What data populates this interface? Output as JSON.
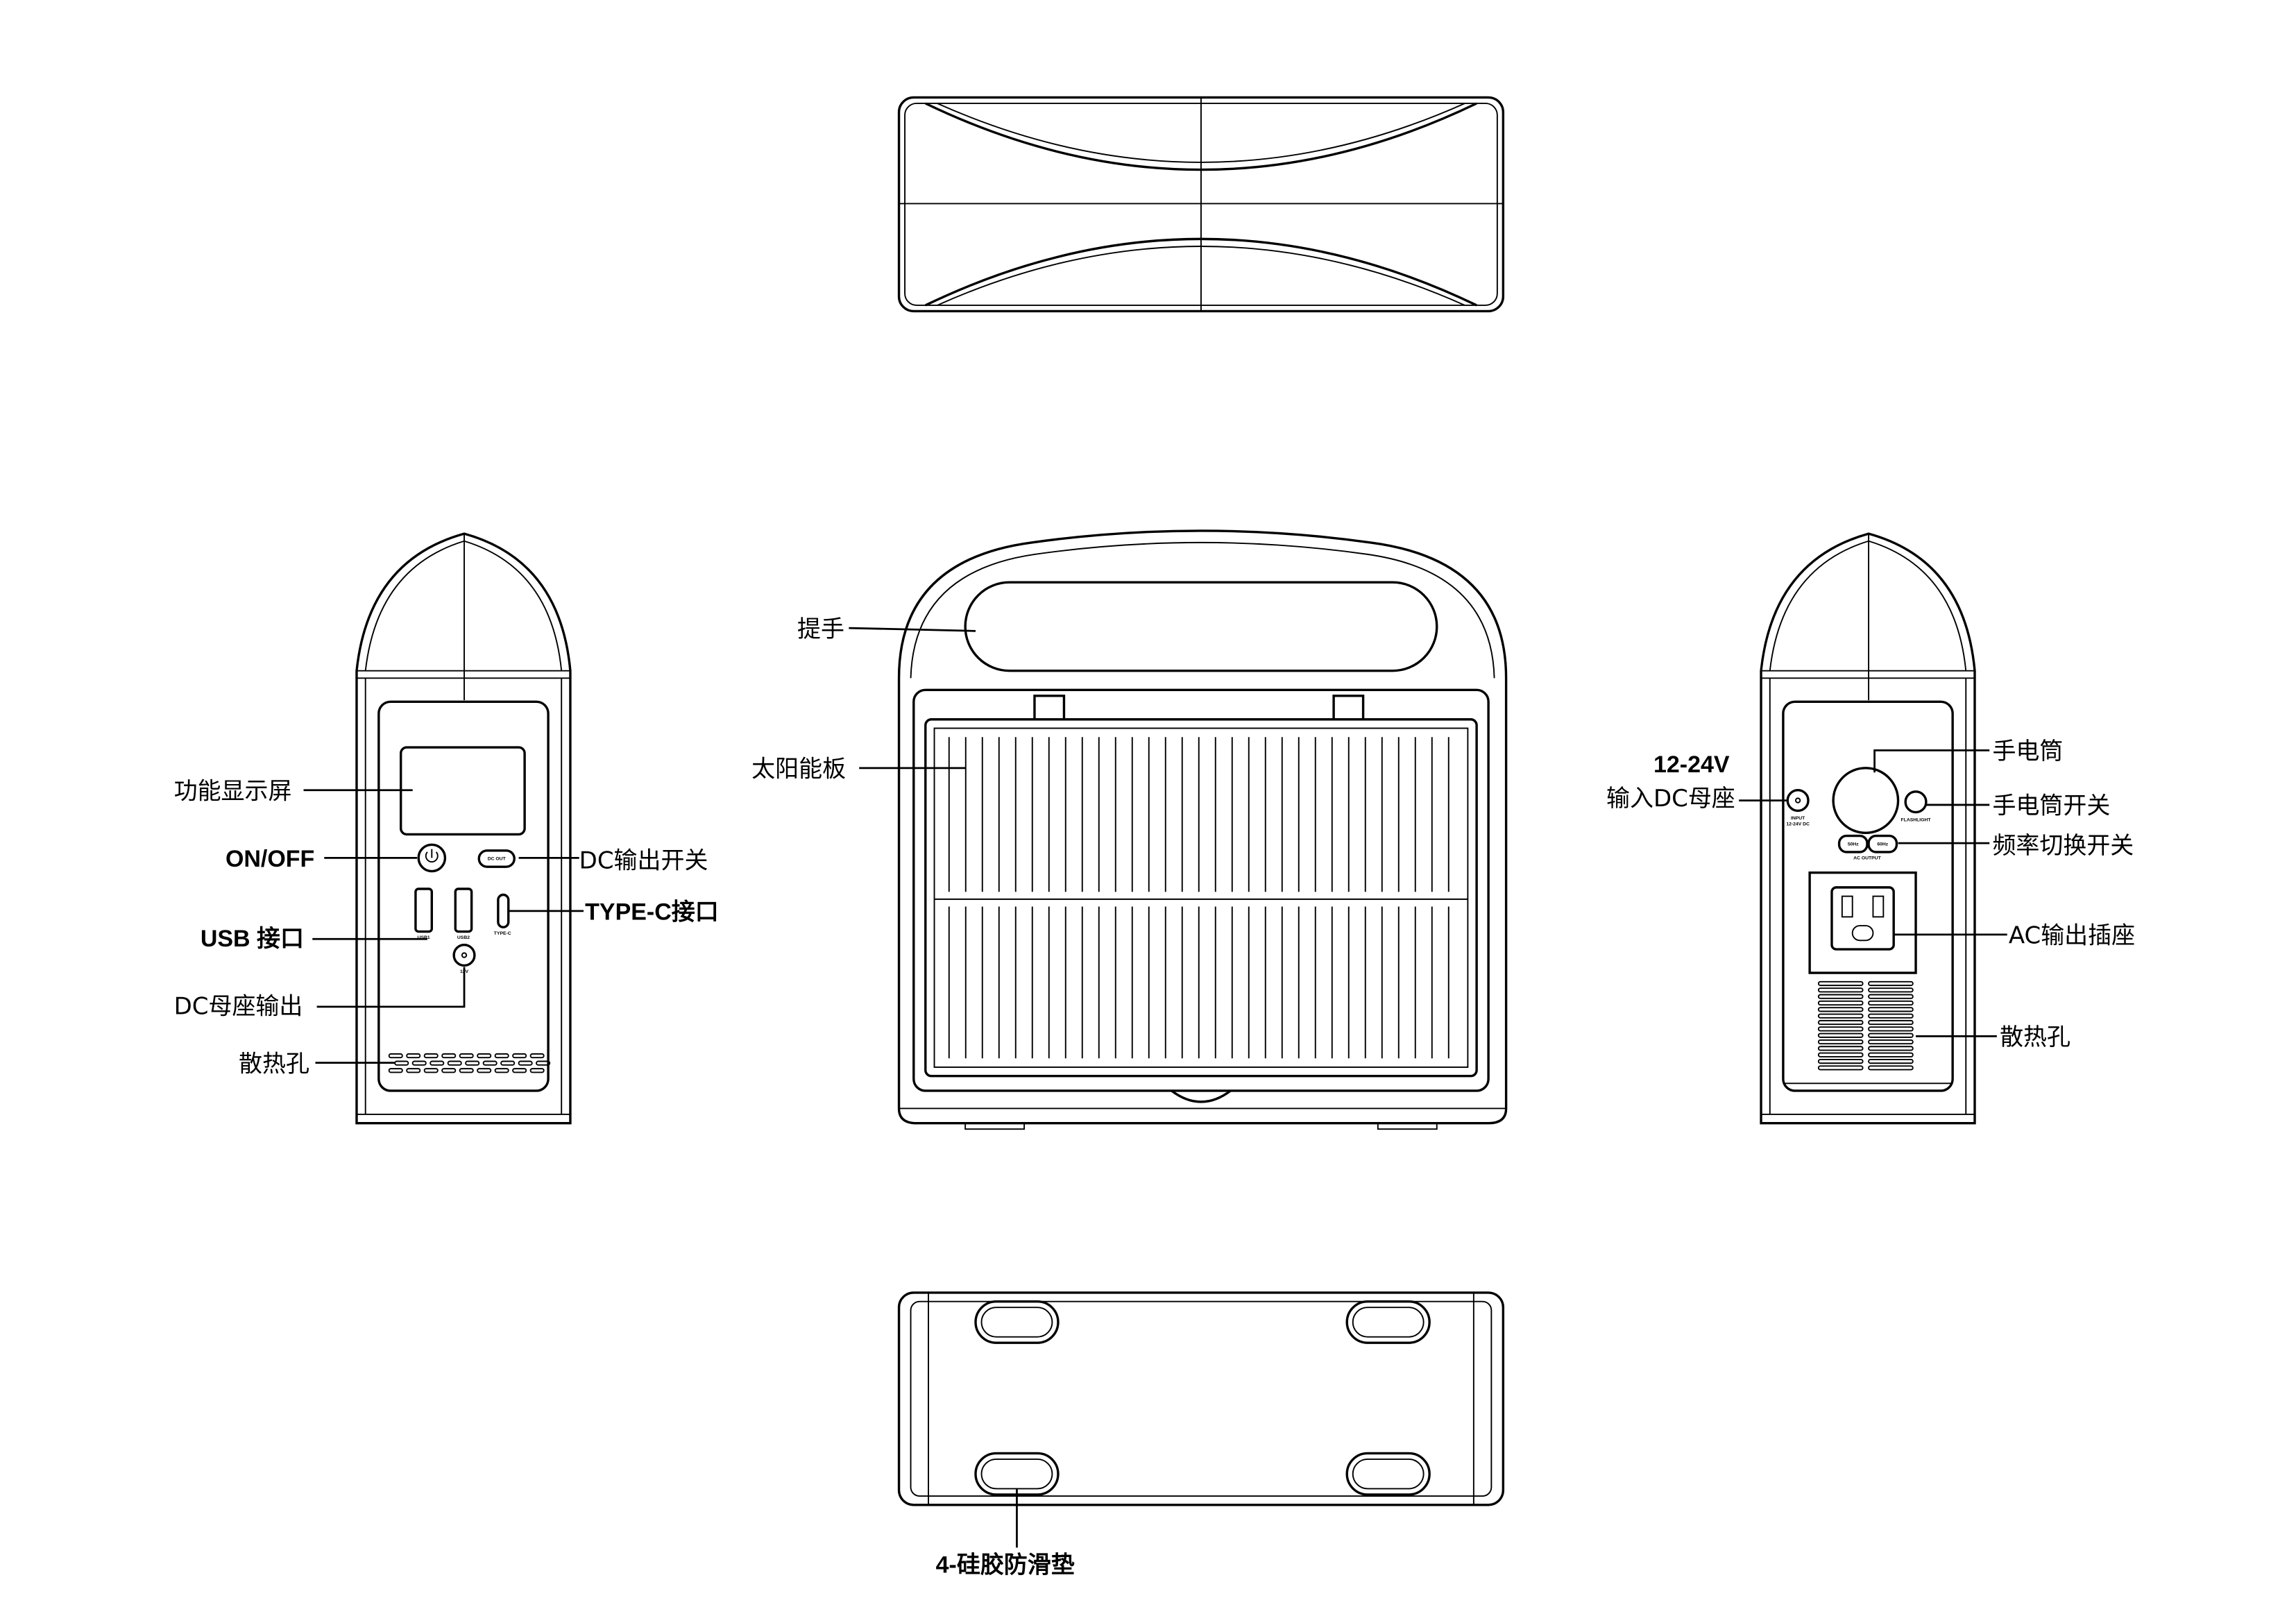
{
  "left_view": {
    "labels": {
      "display": "功能显示屏",
      "power": "ON/OFF",
      "usb": "USB 接口",
      "dc_jack_out": "DC母座输出",
      "vents": "散热孔",
      "dc_switch": "DC输出开关",
      "type_c": "TYPE-C接口"
    },
    "panel_text": {
      "dc_out": "DC OUT",
      "usb1": "USB1",
      "usb2": "USB2",
      "type_c": "TYPE-C",
      "dc_volt": "12V"
    }
  },
  "center_view": {
    "labels": {
      "handle": "提手",
      "solar": "太阳能板"
    }
  },
  "right_view": {
    "labels": {
      "voltage": "12-24V",
      "dc_input": "输入DC母座",
      "flashlight": "手电筒",
      "flashlight_switch": "手电筒开关",
      "freq_switch": "频率切换开关",
      "ac_socket": "AC输出插座",
      "vents": "散热孔"
    },
    "panel_text": {
      "input": "INPUT",
      "input_volt": "12-24V DC",
      "flashlight": "FLASHLIGHT",
      "hz50": "50Hz",
      "hz60": "60Hz",
      "ac_output": "AC OUTPUT"
    }
  },
  "bottom_view": {
    "labels": {
      "feet": "4-硅胶防滑垫"
    }
  }
}
